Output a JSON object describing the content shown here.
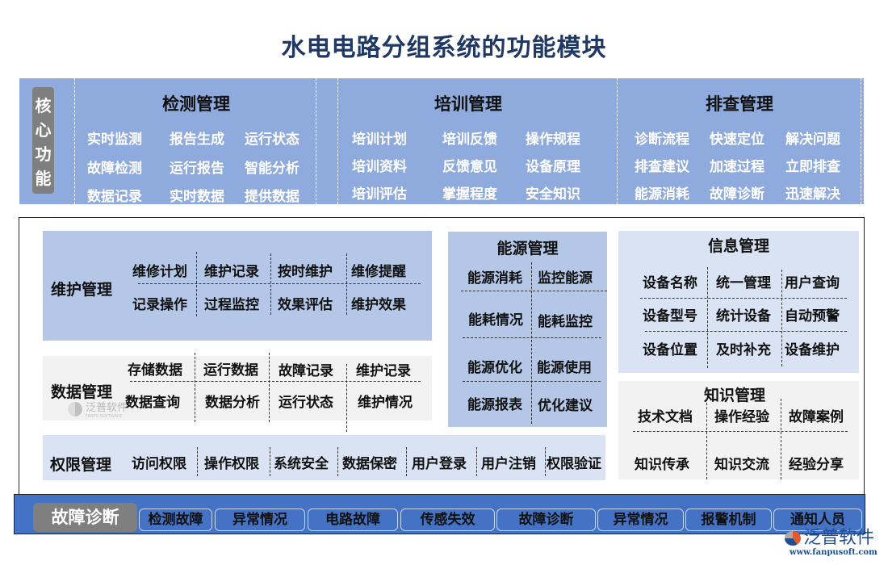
{
  "title": "水电电路分组系统的功能模块",
  "core": {
    "label": "核心功能",
    "label_chars": [
      "核",
      "心",
      "功",
      "能"
    ],
    "panels": [
      {
        "title": "检测管理",
        "items": [
          "实时监测",
          "报告生成",
          "运行状态",
          "故障检测",
          "运行报告",
          "智能分析",
          "数据记录",
          "实时数据",
          "提供数据"
        ]
      },
      {
        "title": "培训管理",
        "items": [
          "培训计划",
          "培训反馈",
          "操作规程",
          "培训资料",
          "反馈意见",
          "设备原理",
          "培训评估",
          "掌握程度",
          "安全知识"
        ]
      },
      {
        "title": "排查管理",
        "items": [
          "诊断流程",
          "快速定位",
          "解决问题",
          "排查建议",
          "加速过程",
          "立即排查",
          "能源消耗",
          "故障诊断",
          "迅速解决"
        ]
      }
    ]
  },
  "maintenance": {
    "title": "维护管理",
    "items": [
      "维修计划",
      "维护记录",
      "按时维护",
      "维修提醒",
      "记录操作",
      "过程监控",
      "效果评估",
      "维护效果"
    ]
  },
  "data_mgmt": {
    "title": "数据管理",
    "items": [
      "存储数据",
      "运行数据",
      "故障记录",
      "维护记录",
      "数据查询",
      "数据分析",
      "运行状态",
      "维护情况"
    ],
    "watermark": "泛普软件",
    "watermark_sub": "FANPU SOFTWARE"
  },
  "permission": {
    "title": "权限管理",
    "items": [
      "访问权限",
      "操作权限",
      "系统安全",
      "数据保密",
      "用户登录",
      "用户注销",
      "权限验证"
    ]
  },
  "energy": {
    "title": "能源管理",
    "items": [
      "能源消耗",
      "监控能源",
      "能耗情况",
      "能耗监控",
      "能源优化",
      "能源使用",
      "能源报表",
      "优化建议"
    ]
  },
  "info": {
    "title": "信息管理",
    "items": [
      "设备名称",
      "统一管理",
      "用户查询",
      "设备型号",
      "统计设备",
      "自动预警",
      "设备位置",
      "及时补充",
      "设备维护"
    ]
  },
  "knowledge": {
    "title": "知识管理",
    "items": [
      "技术文档",
      "操作经验",
      "故障案例",
      "知识传承",
      "知识交流",
      "经验分享"
    ]
  },
  "fault": {
    "title": "故障诊断",
    "items": [
      "检测故障",
      "异常情况",
      "电路故障",
      "传感失效",
      "故障诊断",
      "异常情况",
      "报警机制",
      "通知人员"
    ]
  },
  "brand": {
    "name": "泛普软件",
    "url": "www.fanpusoft.com"
  },
  "colors": {
    "title": "#203864",
    "core_band": "#8faadc",
    "core_label": "#7f7f7f",
    "panel_blue": "#b4c7e7",
    "panel_light": "#dae3f3",
    "panel_gray": "#f2f2f2",
    "fault_bar": "#4472c4"
  }
}
